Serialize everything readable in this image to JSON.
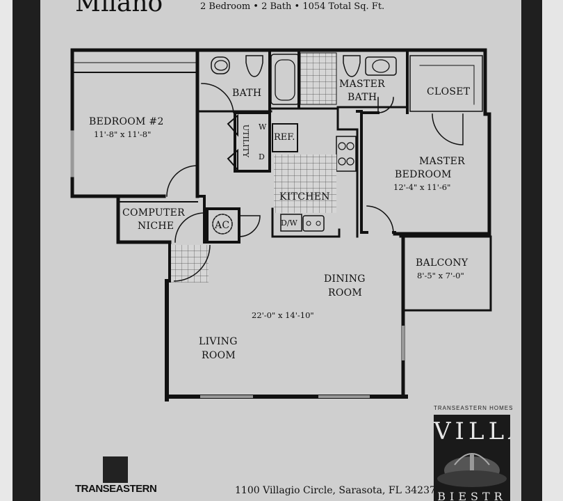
{
  "header": {
    "title": "Milano",
    "subtitle": "2 Bedroom • 2 Bath • 1054 Total Sq. Ft."
  },
  "rooms": {
    "bedroom2": {
      "name": "BEDROOM #2",
      "dims": "11'-8\" x 11'-8\""
    },
    "bath": {
      "name": "BATH"
    },
    "master_bath": {
      "name1": "MASTER",
      "name2": "BATH"
    },
    "closet": {
      "name": "CLOSET"
    },
    "utility": {
      "name": "UTILITY",
      "w": "W",
      "d": "D"
    },
    "ref": {
      "name": "REF."
    },
    "kitchen": {
      "name": "KITCHEN"
    },
    "dw": {
      "name": "D/W"
    },
    "master_bedroom": {
      "name1": "MASTER",
      "name2": "BEDROOM",
      "dims": "12'-4\" x 11'-6\""
    },
    "computer_niche": {
      "name1": "COMPUTER",
      "name2": "NICHE"
    },
    "ac": {
      "name": "AC"
    },
    "balcony": {
      "name": "BALCONY",
      "dims": "8'-5\" x 7'-0\""
    },
    "dining": {
      "name1": "DINING",
      "name2": "ROOM"
    },
    "living_dining_dims": "22'-0\" x 14'-10\"",
    "living": {
      "name1": "LIVING",
      "name2": "ROOM"
    }
  },
  "footer": {
    "address": "1100 Villagio Circle, Sarasota, FL 34237",
    "builder_logo": "TRANSEASTERN",
    "brand_small": "TRANSEASTERN HOMES",
    "brand_big": "VILLA",
    "brand_big2": "BIESTR"
  },
  "colors": {
    "paper": "#cfcfcf",
    "ink": "#111111",
    "border": "#1f1f1f"
  }
}
